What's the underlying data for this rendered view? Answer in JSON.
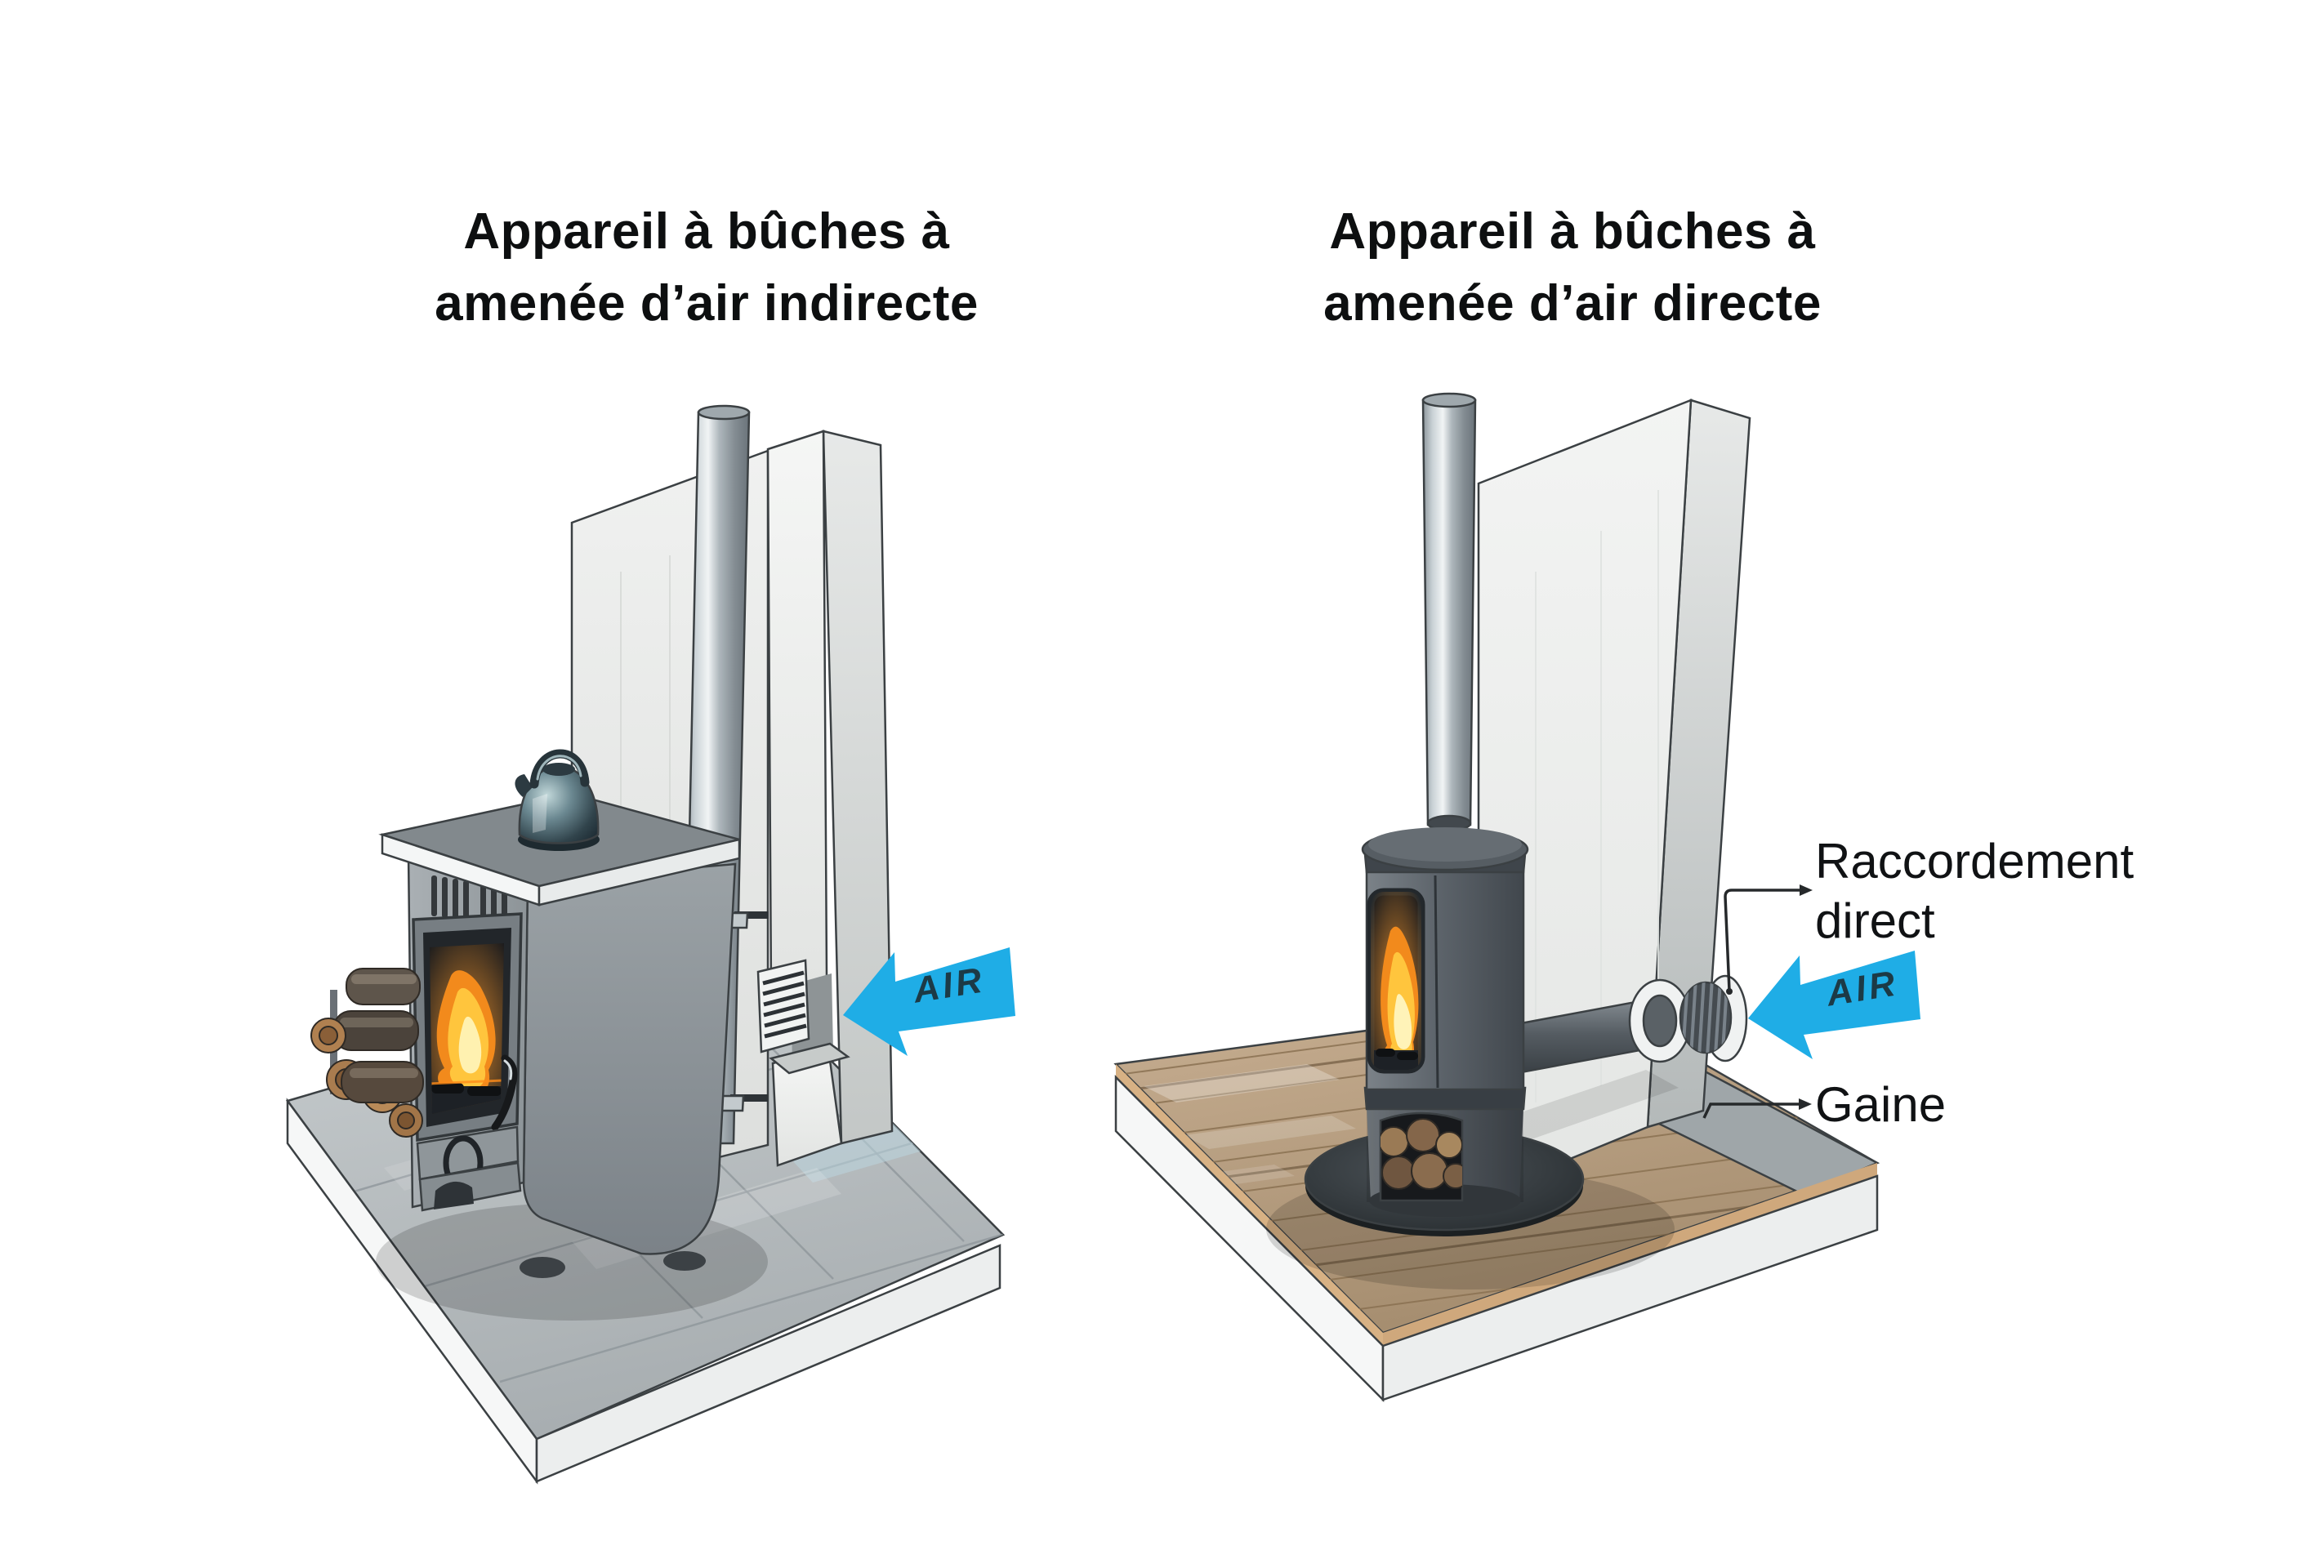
{
  "page": {
    "background": "#ffffff",
    "kind": "technical illustration, two wood-stove air-supply schemes"
  },
  "colors": {
    "accent_blue": "#1fade6",
    "title_text": "#0d0f10",
    "label_text": "#101214",
    "air_text": "#1c3a46"
  },
  "left_panel": {
    "title": "Appareil à bûches à\namenée d’air indirecte",
    "air_label": "AIR",
    "scene": "box wood stove with kettle, log pile, flue pipe, wall air vent grille, tiled hearth"
  },
  "right_panel": {
    "title": "Appareil à bûches à\namenée d’air directe",
    "air_label": "AIR",
    "labels": {
      "raccordement": "Raccordement\ndirect",
      "gaine": "Gaine"
    },
    "scene": "cylindrical wood stove on wooden floor, direct air duct through wall to exterior vent cap"
  }
}
